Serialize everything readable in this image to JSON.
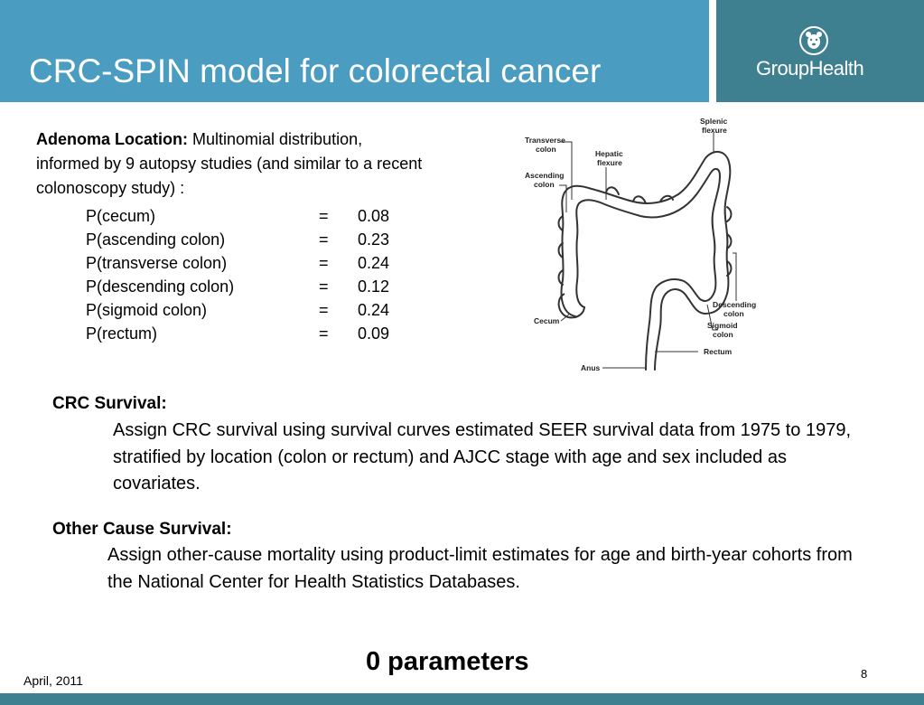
{
  "title": "CRC-SPIN model for colorectal cancer",
  "logo": {
    "text": "GroupHealth",
    "icon": "bear-seal-icon"
  },
  "adenoma": {
    "label": "Adenoma Location:",
    "intro_line1": " Multinomial distribution,",
    "intro_rest": "informed by 9 autopsy studies (and similar to a recent colonoscopy study) :",
    "probabilities": [
      {
        "label": "P(cecum)",
        "eq": "=",
        "value": "0.08"
      },
      {
        "label": "P(ascending colon)",
        "eq": "=",
        "value": "0.23"
      },
      {
        "label": "P(transverse colon)",
        "eq": "=",
        "value": "0.24"
      },
      {
        "label": "P(descending colon)",
        "eq": "=",
        "value": "0.12"
      },
      {
        "label": "P(sigmoid colon)",
        "eq": "=",
        "value": "0.24"
      },
      {
        "label": "P(rectum)",
        "eq": "=",
        "value": "0.09"
      }
    ]
  },
  "diagram_labels": {
    "splenic": [
      "Splenic",
      "flexure"
    ],
    "transverse": [
      "Transverse",
      "colon"
    ],
    "hepatic": [
      "Hepatic",
      "flexure"
    ],
    "ascending": [
      "Ascending",
      "colon"
    ],
    "descending": [
      "Descending",
      "colon"
    ],
    "cecum": "Cecum",
    "sigmoid": [
      "Sigmoid",
      "colon"
    ],
    "rectum": "Rectum",
    "anus": "Anus"
  },
  "crc_survival": {
    "heading": "CRC Survival:",
    "body": "Assign CRC survival using survival curves estimated SEER survival data from 1975 to 1979, stratified by location (colon or rectum) and AJCC stage with age and sex included as covariates."
  },
  "other_survival": {
    "heading": "Other Cause Survival:",
    "body": "Assign other-cause mortality using product-limit estimates for age and birth-year cohorts from the National Center for Health Statistics Databases."
  },
  "params": "0 parameters",
  "footer": {
    "date": "April, 2011",
    "page": "8"
  },
  "colors": {
    "header": "#4a9cc0",
    "accent": "#3f8090"
  }
}
